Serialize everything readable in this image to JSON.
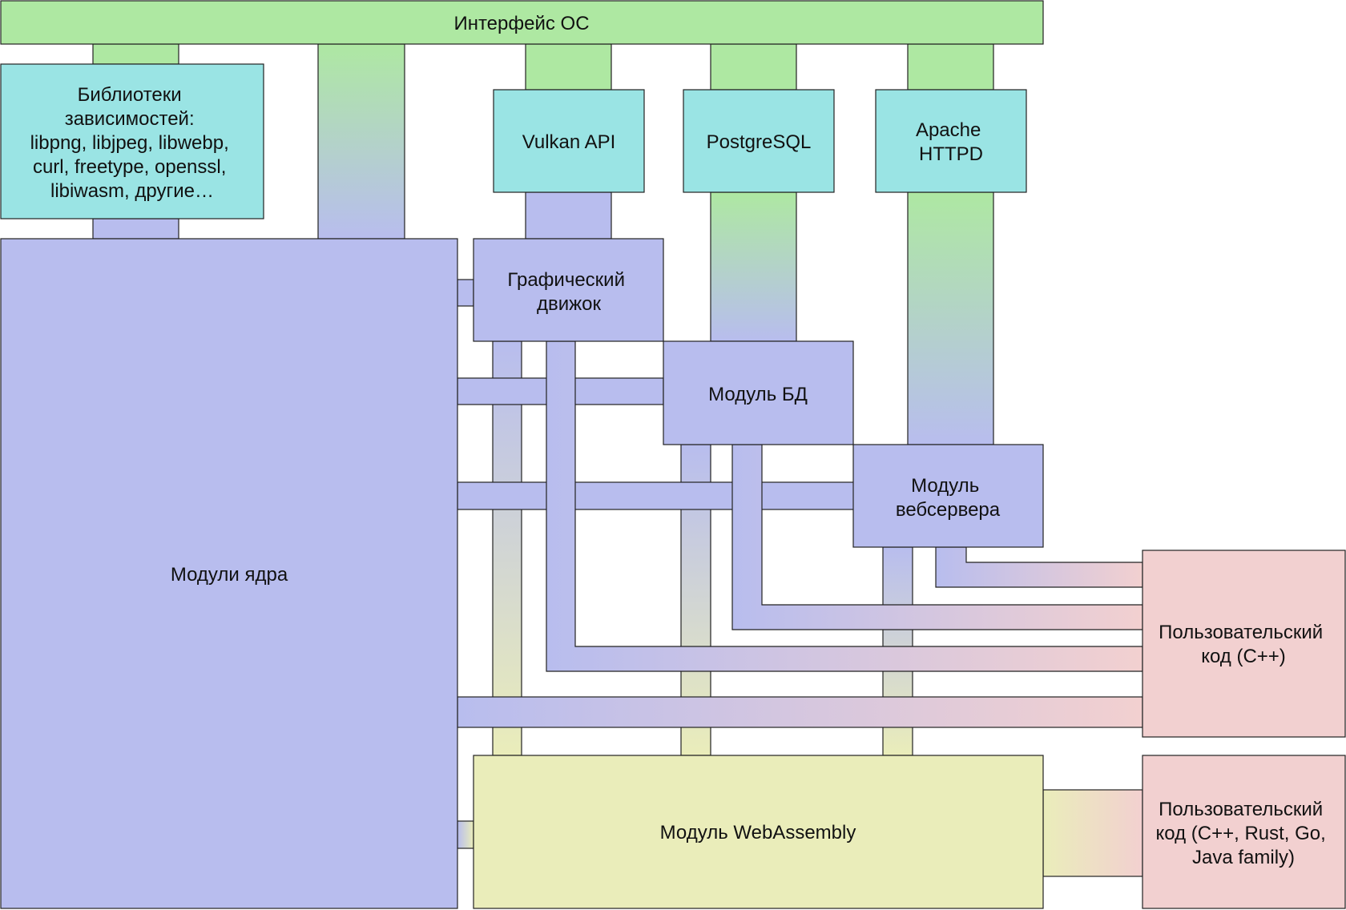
{
  "boxes": {
    "os": {
      "label": [
        "Интерфейс ОС"
      ]
    },
    "libs": {
      "label": [
        "Библиотеки",
        "зависимостей:",
        "libpng, libjpeg, libwebp,",
        "curl, freetype, openssl,",
        "libiwasm, другие…"
      ]
    },
    "vulkan": {
      "label": [
        "Vulkan API"
      ]
    },
    "postgres": {
      "label": [
        "PostgreSQL"
      ]
    },
    "apache": {
      "label": [
        "Apache",
        "HTTPD"
      ]
    },
    "core": {
      "label": [
        "Модули ядра"
      ]
    },
    "graphics": {
      "label": [
        "Графический",
        "движок"
      ]
    },
    "db": {
      "label": [
        "Модуль БД"
      ]
    },
    "web": {
      "label": [
        "Модуль",
        "вебсервера"
      ]
    },
    "user_cpp": {
      "label": [
        "Пользовательский",
        "код (C++)"
      ]
    },
    "wasm": {
      "label": [
        "Модуль WebAssembly"
      ]
    },
    "user_multi": {
      "label": [
        "Пользовательский",
        "код (C++, Rust, Go,",
        "Java family)"
      ]
    }
  },
  "colors": {
    "os": "#aee8a2",
    "lib": "#9ae4e4",
    "module": "#b8bdee",
    "user": "#f2d0d0",
    "wasm": "#eaedba",
    "stroke": "#222222",
    "text": "#111111"
  }
}
